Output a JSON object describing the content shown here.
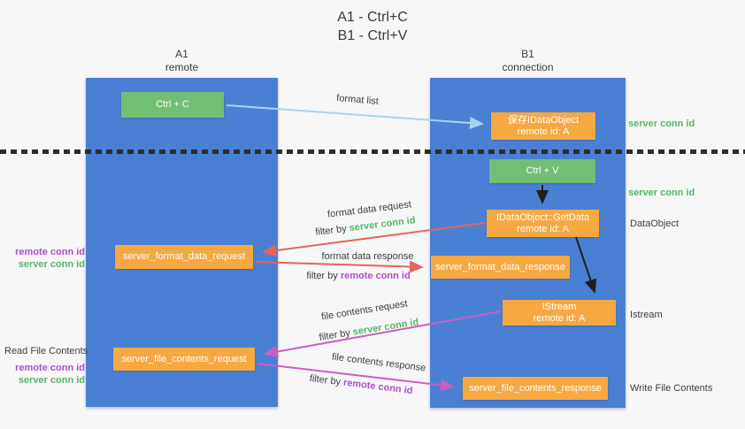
{
  "title": {
    "line1": "A1 - Ctrl+C",
    "line2": "B1 - Ctrl+V"
  },
  "lifelines": {
    "a": {
      "name": "A1",
      "role": "remote"
    },
    "b": {
      "name": "B1",
      "role": "connection"
    }
  },
  "nodes": {
    "ctrl_c": "Ctrl + C",
    "ctrl_v": "Ctrl + V",
    "save_dataobject": {
      "line1": "保存IDataObject",
      "line2": "remote id: A"
    },
    "getdata": {
      "line1": "IDataObject::GetData",
      "line2": "remote id: A"
    },
    "istream": {
      "line1": "IStream",
      "line2": "remote id: A"
    },
    "format_request": "server_format_data_request",
    "format_response": "server_format_data_response",
    "file_request": "server_file_contents_request",
    "file_response": "server_file_contents_response"
  },
  "arrows": {
    "format_list": {
      "label": "format list"
    },
    "format_request": {
      "label": "format data request",
      "filter_prefix": "filter by",
      "filter_key": "server conn id"
    },
    "format_response": {
      "label": "format data response",
      "filter_prefix": "filter by",
      "filter_key": "remote conn id"
    },
    "file_request": {
      "label": "file contents request",
      "filter_prefix": "filter by",
      "filter_key": "server conn id"
    },
    "file_response": {
      "label": "file contents response",
      "filter_prefix": "filter by",
      "filter_key": "remote conn id"
    }
  },
  "side_labels": {
    "right_server_conn_id_top": "server conn id",
    "right_server_conn_id_mid": "server conn id",
    "right_dataobject": "DataObject",
    "right_istream": "Istream",
    "right_write_file": "Write File Contents",
    "left_read_file": "Read File Contents",
    "left_top": {
      "remote_conn_id": "remote conn id",
      "server_conn_id": "server conn id"
    },
    "left_bottom": {
      "remote_conn_id": "remote conn id",
      "server_conn_id": "server conn id"
    }
  },
  "colors": {
    "lifeline_blue": "#4a80d4",
    "action_green": "#71bf74",
    "message_orange": "#f7a841",
    "server_conn_green": "#56b667",
    "remote_conn_purple": "#ab4ecb",
    "request_red": "#e96358",
    "file_magenta": "#c95fc5",
    "format_list_blue": "#a9d2ee",
    "black_arrow": "#1f1f1f",
    "background": "#f7f7f8",
    "text_dark": "#3d3d3d"
  }
}
